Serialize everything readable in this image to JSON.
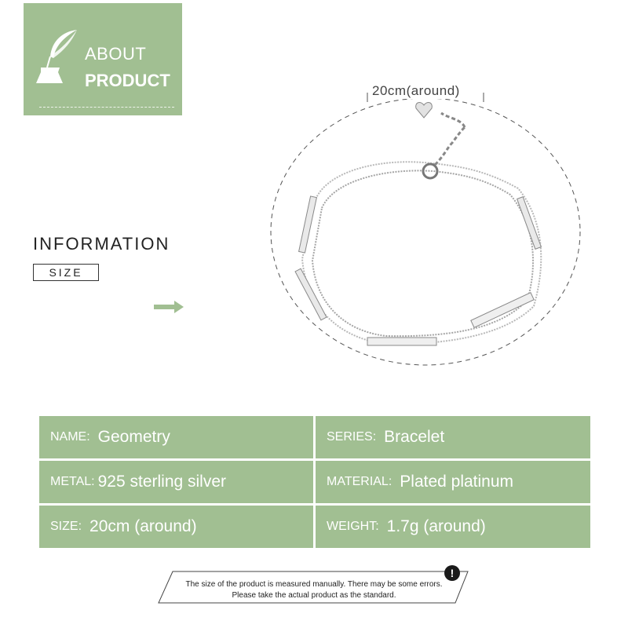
{
  "about": {
    "line1": "ABOUT",
    "line2": "PRODUCT",
    "icon": "quill-icon"
  },
  "info": {
    "title": "INFORMATION",
    "tag": "SIZE",
    "arrow_icon": "arrow-right-icon"
  },
  "bracelet": {
    "measurement": "20cm(around)"
  },
  "specs": [
    {
      "key": "NAME:",
      "value": "Geometry"
    },
    {
      "key": "SERIES:",
      "value": "Bracelet"
    },
    {
      "key": "METAL:",
      "value": "925 sterling silver"
    },
    {
      "key": "MATERIAL:",
      "value": "Plated platinum"
    },
    {
      "key": "SIZE:",
      "value": "20cm (around)"
    },
    {
      "key": "WEIGHT:",
      "value": "1.7g (around)"
    }
  ],
  "notice": {
    "line1": "The size of the product is measured manually. There may be some errors.",
    "line2": "Please take the actual product as the standard.",
    "alert_glyph": "!"
  },
  "colors": {
    "accent": "#a1bf92",
    "text": "#333333"
  }
}
